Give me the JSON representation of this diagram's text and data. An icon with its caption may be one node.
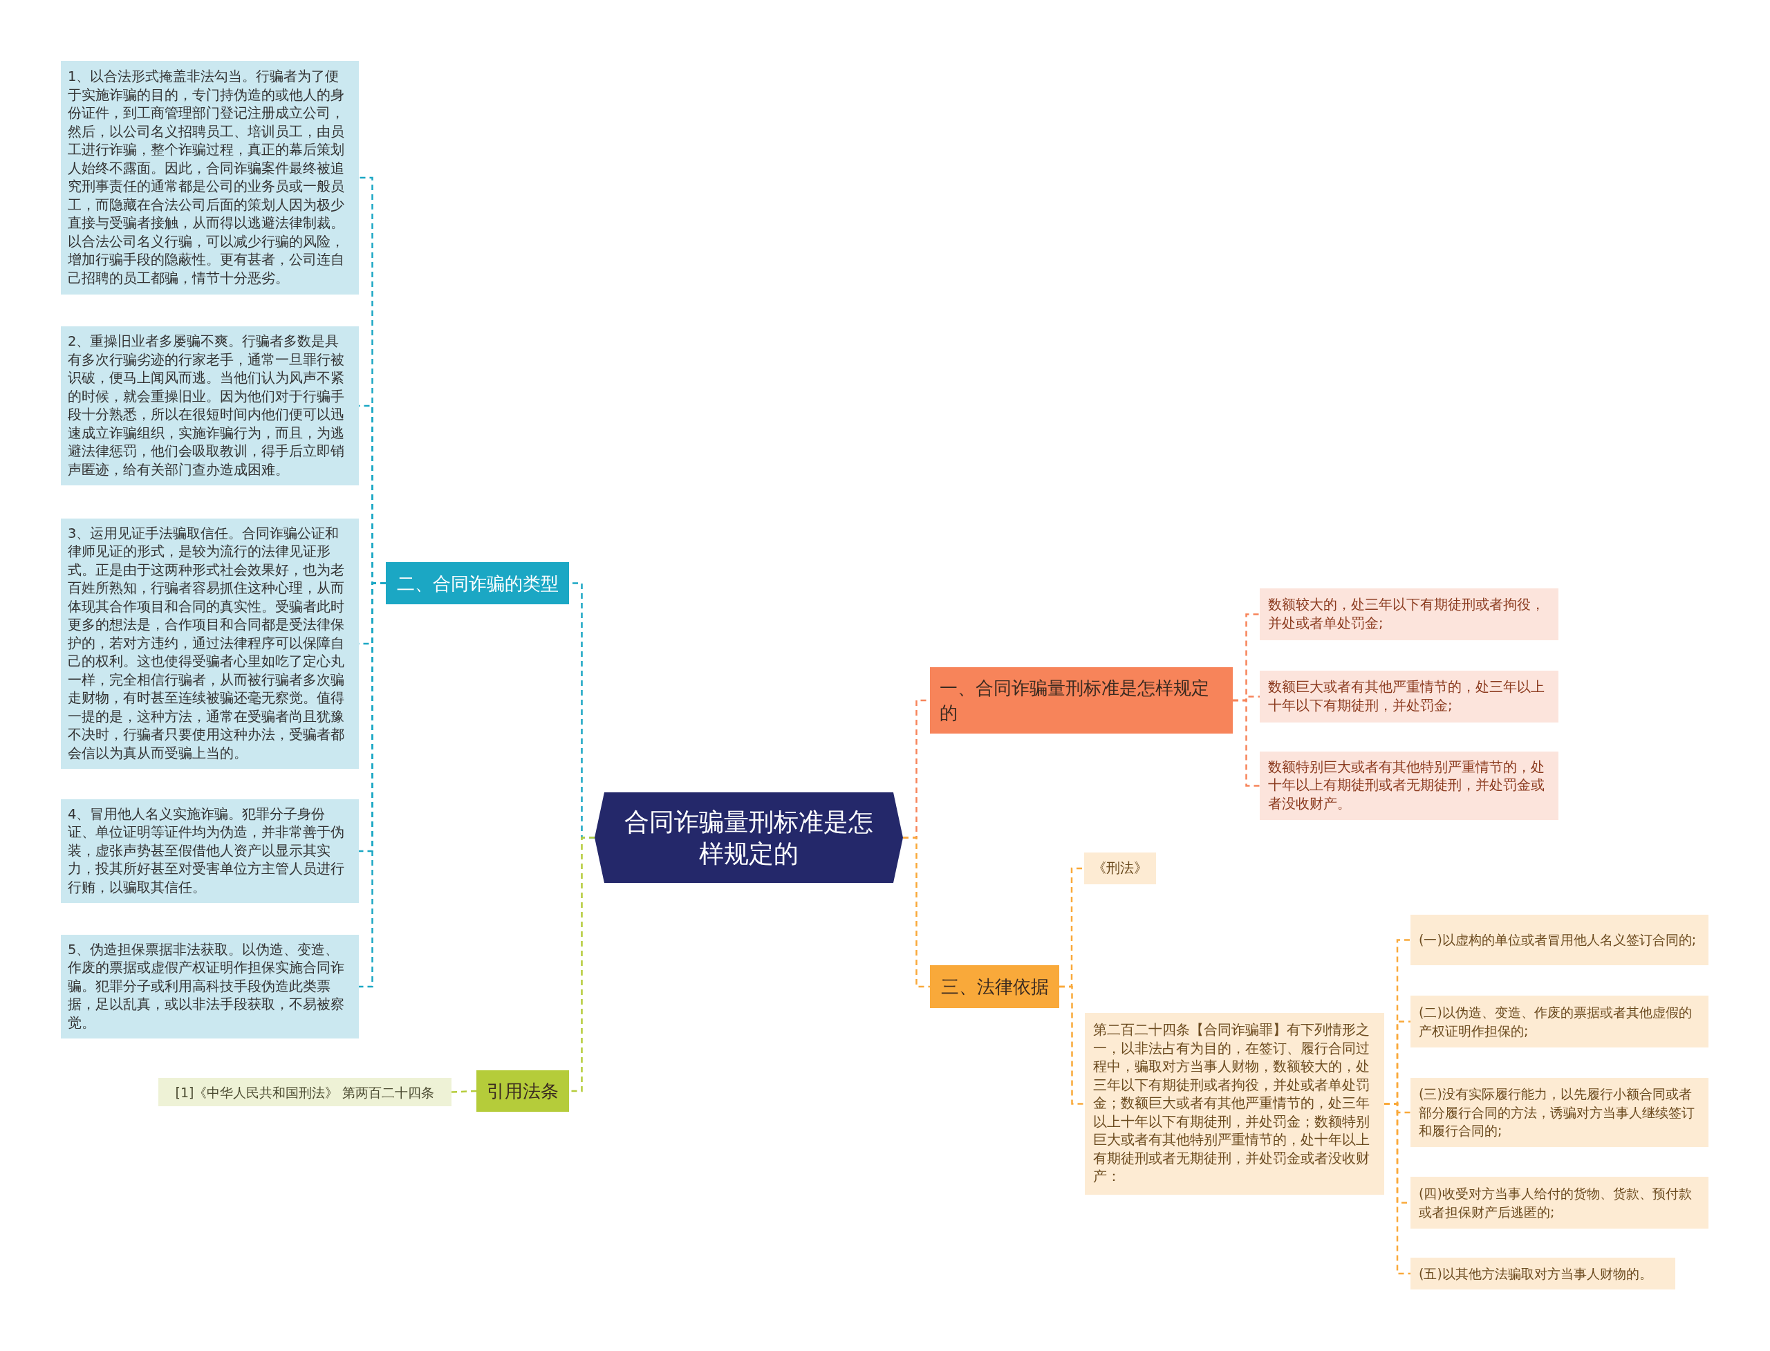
{
  "diagram": {
    "nodes": [
      {
        "text": [
          "合同诈骗量刑标准是怎样规定的"
        ]
      },
      {
        "text": [
          "一、合同诈骗量刑标准是怎样规定的"
        ]
      },
      {
        "text": [
          "数额较大的，处三年以下有期徒刑或者拘役，并处或者单处罚金;"
        ]
      },
      {
        "text": [
          "数额巨大或者有其他严重情节的，处三年以上十年以下有期徒刑，并处罚金;"
        ]
      },
      {
        "text": [
          "数额特别巨大或者有其他特别严重情节的，处十年以上有期徒刑或者无期徒刑，并处罚金或者没收财产。"
        ]
      },
      {
        "text": [
          "二、合同诈骗的类型"
        ]
      },
      {
        "text": [
          "1、以合法形式掩盖非法勾当。行骗者为了便于实施诈骗的目的，专门持伪造的或他人的身份证件，到工商管理部门登记注册成立公司，然后，以公司名义招聘员工、培训员工，由员工进行诈骗，整个诈骗过程，真正的幕后策划人始终不露面。因此，合同诈骗案件最终被追究刑事责任的通常都是公司的业务员或一般员工，而隐藏在合法公司后面的策划人因为极少直接与受骗者接触，从而得以逃避法律制裁。以合法公司名义行骗，可以减少行骗的风险，增加行骗手段的隐蔽性。更有甚者，公司连自己招聘的员工都骗，情节十分恶劣。"
        ]
      },
      {
        "text": [
          "2、重操旧业者多屡骗不爽。行骗者多数是具有多次行骗劣迹的行家老手，通常一旦罪行被识破，便马上闻风而逃。当他们认为风声不紧的时候，就会重操旧业。因为他们对于行骗手段十分熟悉，所以在很短时间内他们便可以迅速成立诈骗组织，实施诈骗行为，而且，为逃避法律惩罚，他们会吸取教训，得手后立即销声匿迹，给有关部门查办造成困难。"
        ]
      },
      {
        "text": [
          "3、运用见证手法骗取信任。合同诈骗公证和律师见证的形式，是较为流行的法律见证形式。正是由于这两种形式社会效果好，也为老百姓所熟知，行骗者容易抓住这种心理，从而体现其合作项目和合同的真实性。受骗者此时更多的想法是，合作项目和合同都是受法律保护的，若对方违约，通过法律程序可以保障自己的权利。这也使得受骗者心里如吃了定心丸一样，完全相信行骗者，从而被行骗者多次骗走财物，有时甚至连续被骗还毫无察觉。值得一提的是，这种方法，通常在受骗者尚且犹豫不决时，行骗者只要使用这种办法，受骗者都会信以为真从而受骗上当的。"
        ]
      },
      {
        "text": [
          "4、冒用他人名义实施诈骗。犯罪分子身份证、单位证明等证件均为伪造，并非常善于伪装，虚张声势甚至假借他人资产以显示其实力，投其所好甚至对受害单位方主管人员进行行贿，以骗取其信任。"
        ]
      },
      {
        "text": [
          "5、伪造担保票据非法获取。以伪造、变造、作废的票据或虚假产权证明作担保实施合同诈骗。犯罪分子或利用高科技手段伪造此类票据，足以乱真，或以非法手段获取，不易被察觉。"
        ]
      },
      {
        "text": [
          "三、法律依据"
        ]
      },
      {
        "text": [
          "《刑法》"
        ]
      },
      {
        "text": [
          "第二百二十四条【合同诈骗罪】有下列情形之一，以非法占有为目的，在签订、履行合同过程中，骗取对方当事人财物，数额较大的，处三年以下有期徒刑或者拘役，并处或者单处罚金；数额巨大或者有其他严重情节的，处三年以上十年以下有期徒刑，并处罚金；数额特别巨大或者有其他特别严重情节的，处十年以上有期徒刑或者无期徒刑，并处罚金或者没收财产："
        ]
      },
      {
        "text": [
          "(一)以虚构的单位或者冒用他人名义签订合同的;"
        ]
      },
      {
        "text": [
          "(二)以伪造、变造、作废的票据或者其他虚假的产权证明作担保的;"
        ]
      },
      {
        "text": [
          "(三)没有实际履行能力，以先履行小额合同或者部分履行合同的方法，诱骗对方当事人继续签订和履行合同的;"
        ]
      },
      {
        "text": [
          "(四)收受对方当事人给付的货物、货款、预付款或者担保财产后逃匿的;"
        ]
      },
      {
        "text": [
          "(五)以其他方法骗取对方当事人财物的。"
        ]
      },
      {
        "text": [
          "引用法条"
        ]
      },
      {
        "text": [
          "[1]《中华人民共和国刑法》 第两百二十四条"
        ]
      }
    ],
    "edges": [
      {
        "from": 0,
        "to": 1,
        "arrow": "none",
        "color": "#f7845a"
      },
      {
        "from": 0,
        "to": 5,
        "arrow": "none",
        "color": "#1ba7c4"
      },
      {
        "from": 0,
        "to": 11,
        "arrow": "none",
        "color": "#f9a93a"
      },
      {
        "from": 0,
        "to": 19,
        "arrow": "none",
        "color": "#b5cc3a"
      },
      {
        "from": 1,
        "to": 2,
        "arrow": "none",
        "color": "#f7845a"
      },
      {
        "from": 1,
        "to": 3,
        "arrow": "none",
        "color": "#f7845a"
      },
      {
        "from": 1,
        "to": 4,
        "arrow": "none",
        "color": "#f7845a"
      },
      {
        "from": 5,
        "to": 6,
        "arrow": "none",
        "color": "#1ba7c4"
      },
      {
        "from": 5,
        "to": 7,
        "arrow": "none",
        "color": "#1ba7c4"
      },
      {
        "from": 5,
        "to": 8,
        "arrow": "none",
        "color": "#1ba7c4"
      },
      {
        "from": 5,
        "to": 9,
        "arrow": "none",
        "color": "#1ba7c4"
      },
      {
        "from": 5,
        "to": 10,
        "arrow": "none",
        "color": "#1ba7c4"
      },
      {
        "from": 11,
        "to": 12,
        "arrow": "none",
        "color": "#f9a93a"
      },
      {
        "from": 11,
        "to": 13,
        "arrow": "none",
        "color": "#f9a93a"
      },
      {
        "from": 13,
        "to": 14,
        "arrow": "none",
        "color": "#f9a93a"
      },
      {
        "from": 13,
        "to": 15,
        "arrow": "none",
        "color": "#f9a93a"
      },
      {
        "from": 13,
        "to": 16,
        "arrow": "none",
        "color": "#f9a93a"
      },
      {
        "from": 13,
        "to": 17,
        "arrow": "none",
        "color": "#f9a93a"
      },
      {
        "from": 13,
        "to": 18,
        "arrow": "none",
        "color": "#f9a93a"
      },
      {
        "from": 19,
        "to": 20,
        "arrow": "none",
        "color": "#b5cc3a"
      }
    ]
  }
}
